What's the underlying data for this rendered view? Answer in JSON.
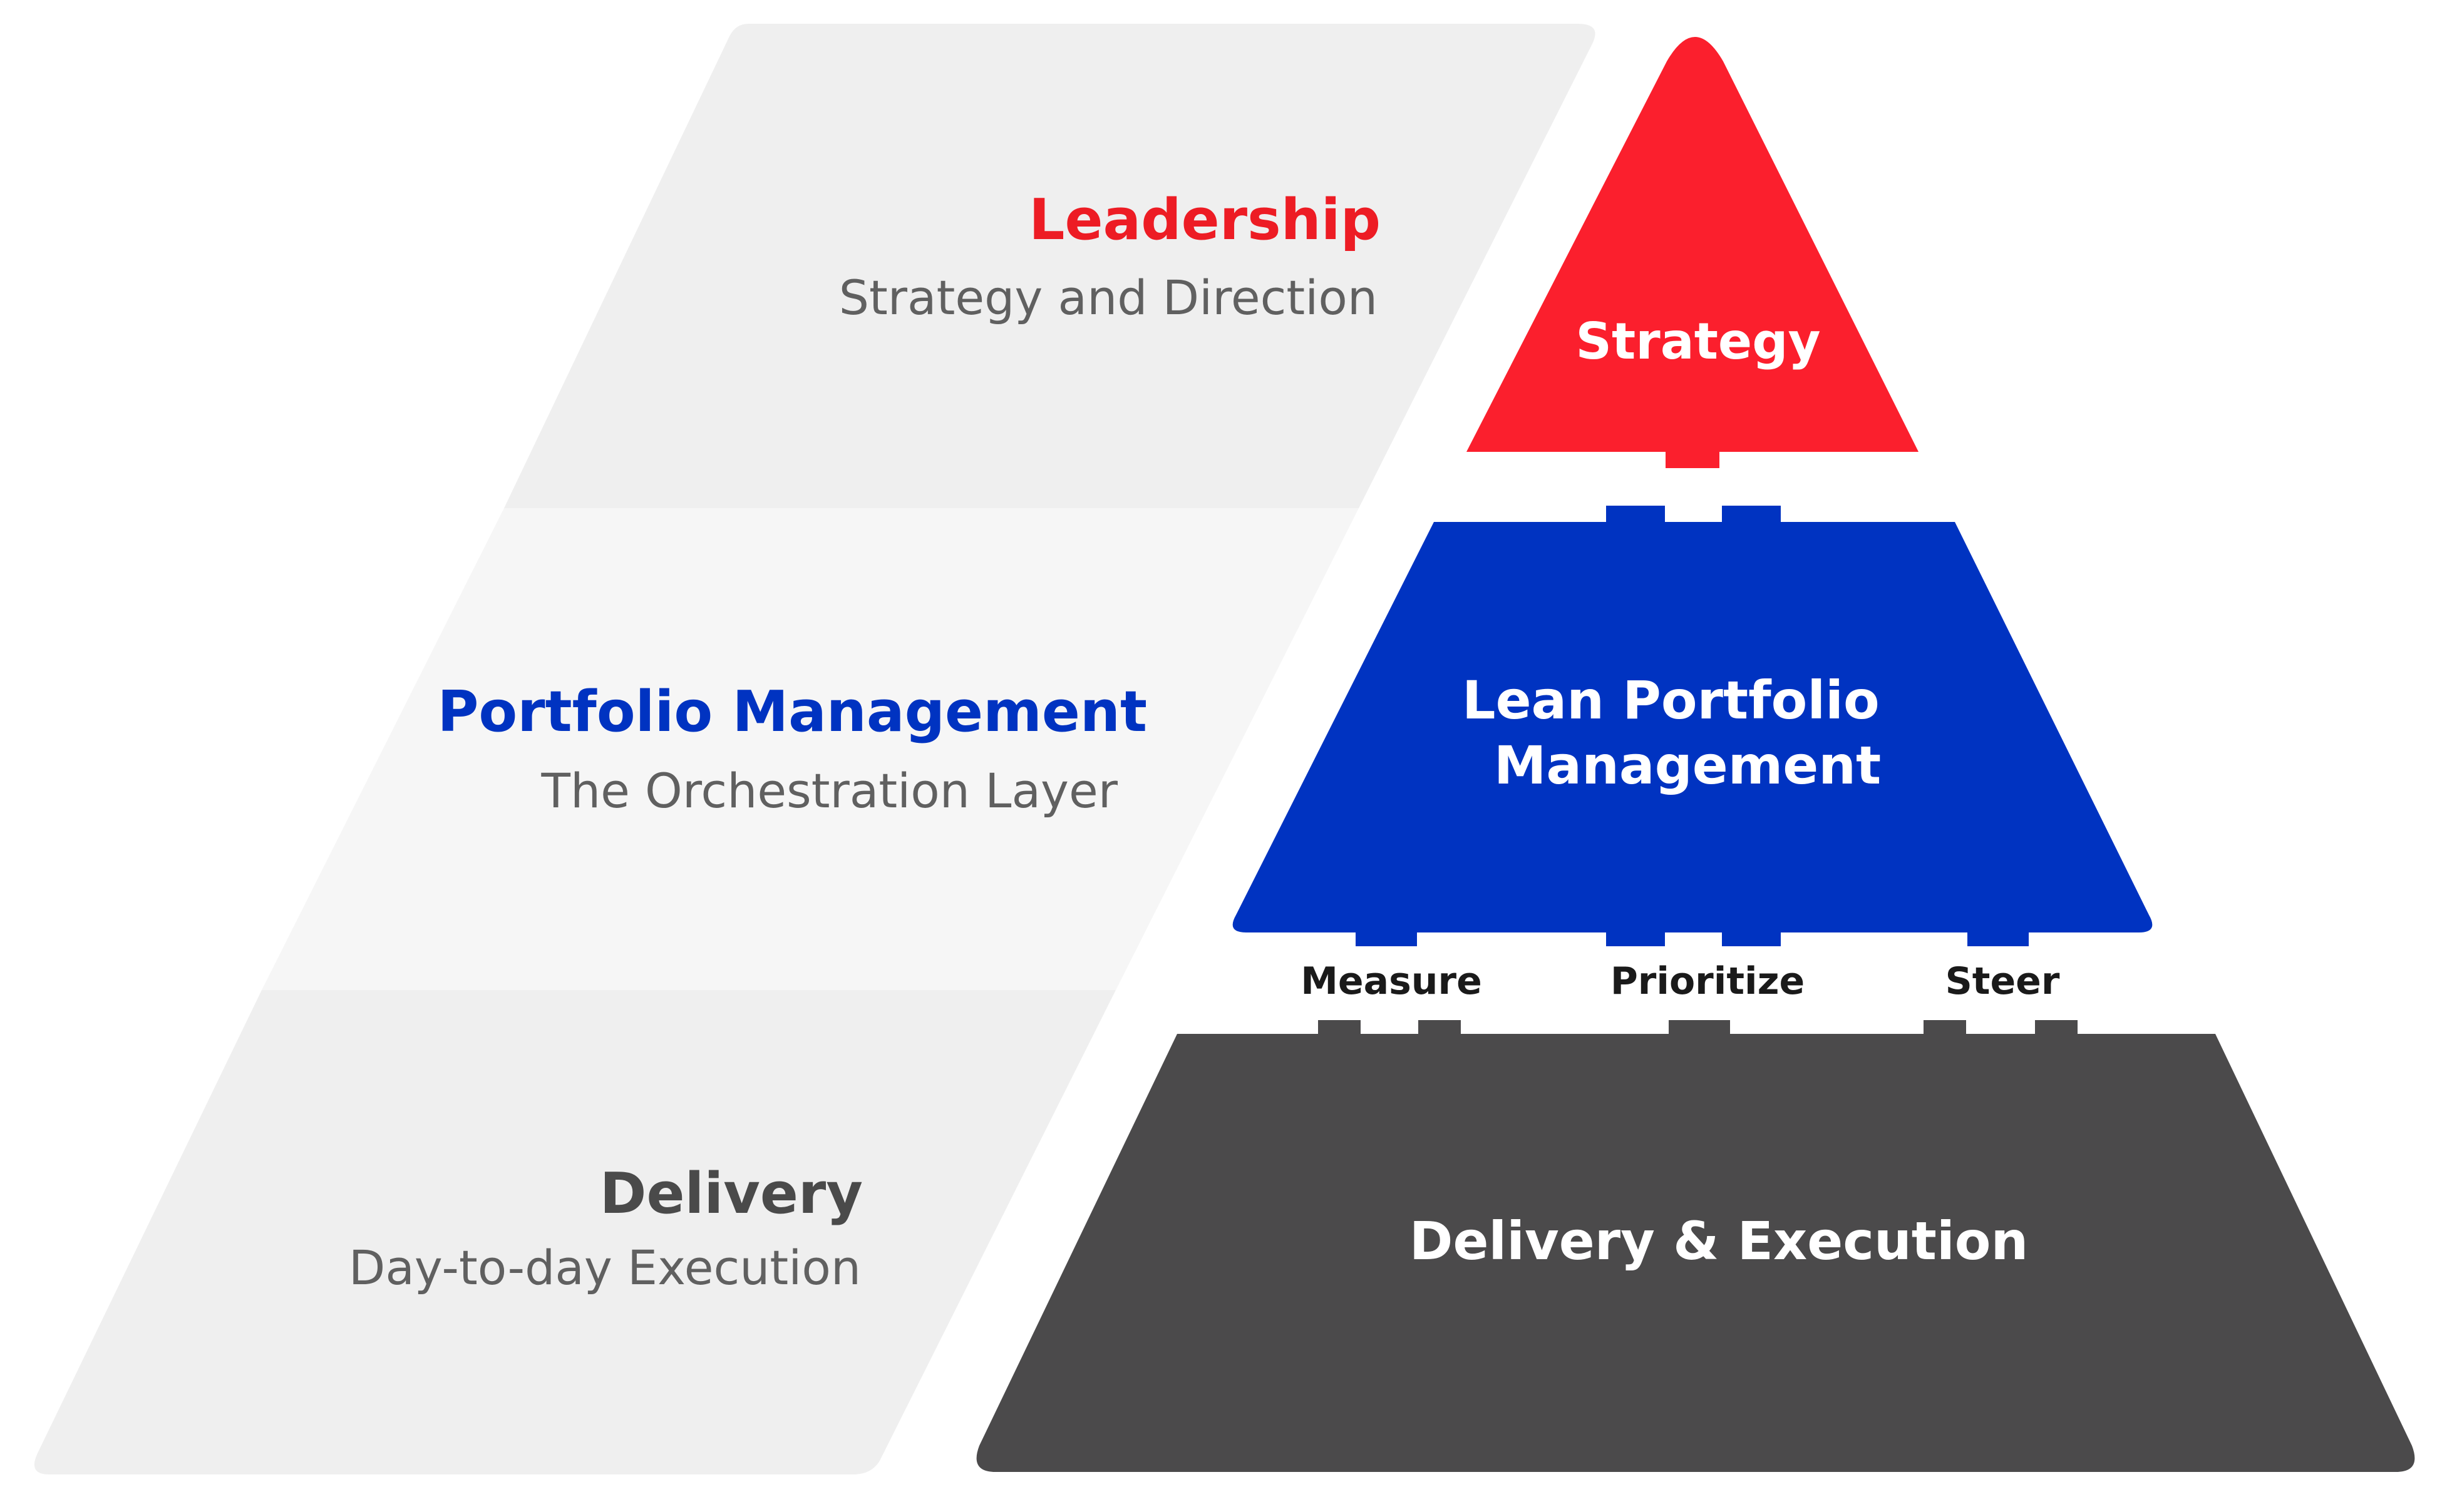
{
  "colors": {
    "strategy": "#fb1f2d",
    "portfolio": "#0033c1",
    "delivery": "#4b4a4b",
    "band_top": "#efefef",
    "band_middle": "#f6f6f6",
    "band_bottom": "#efefef",
    "subtitle_text": "#606060",
    "leadership_title": "#ed1c24",
    "portfolio_title": "#0033c1",
    "delivery_title": "#4a4a4a"
  },
  "tiers": [
    {
      "title": "Leadership",
      "subtitle": "Strategy and Direction"
    },
    {
      "title": "Portfolio Management",
      "subtitle": "The Orchestration Layer"
    },
    {
      "title": "Delivery",
      "subtitle": "Day-to-day Execution"
    }
  ],
  "pyramid": {
    "top_label": "Strategy",
    "middle_label_lines": [
      "Lean Portfolio",
      "Management"
    ],
    "bottom_label": "Delivery & Execution"
  },
  "connectors": [
    "Measure",
    "Prioritize",
    "Steer"
  ]
}
